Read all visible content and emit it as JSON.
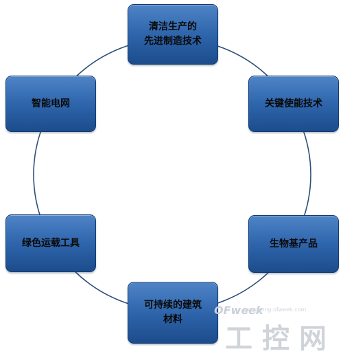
{
  "diagram": {
    "nodes": [
      {
        "id": "top",
        "lines": [
          "清洁生产的",
          "先进制造技术"
        ]
      },
      {
        "id": "right",
        "lines": [
          "关键使能技术"
        ]
      },
      {
        "id": "right-bottom",
        "lines": [
          "生物基产品"
        ]
      },
      {
        "id": "bottom",
        "lines": [
          "可持续的建筑",
          "材料"
        ]
      },
      {
        "id": "left-bottom",
        "lines": [
          "绿色运载工具"
        ]
      },
      {
        "id": "left",
        "lines": [
          "智能电网"
        ]
      }
    ],
    "colors": {
      "box_top": "#4f84c6",
      "box_bottom": "#1c4c8c",
      "box_border": "#123a70",
      "ring": "#2e4f78",
      "text": "#0a0a0a"
    }
  },
  "watermark": {
    "brand": "OFweek",
    "url": "gongkong.ofweek.com",
    "cn": "工控网"
  }
}
